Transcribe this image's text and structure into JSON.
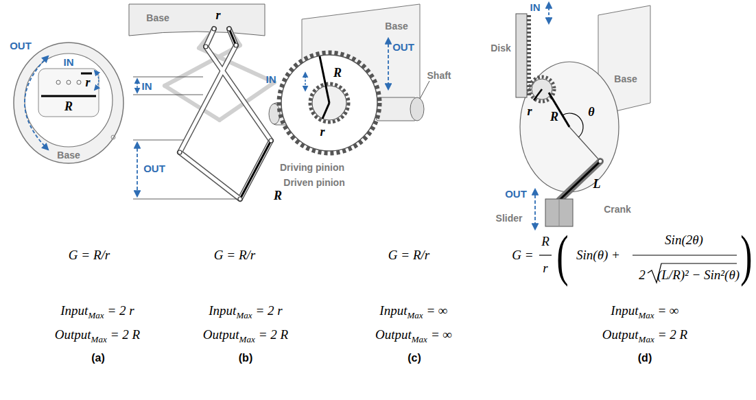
{
  "diagram": {
    "labels": [
      "OUT",
      "IN",
      "r",
      "R",
      "Base",
      "Base",
      "r",
      "IN",
      "OUT",
      "R",
      "Base",
      "IN",
      "OUT",
      "R",
      "r",
      "Shaft",
      "Driving pinion",
      "Driven pinion",
      "IN",
      "Disk",
      "Base",
      "r",
      "R",
      "θ",
      "OUT",
      "L",
      "Slider",
      "Crank",
      "G = R/r",
      "G = R/r",
      "G = R/r",
      "G =",
      "R",
      "r",
      "(",
      "Sin(θ) +",
      "Sin(2θ)",
      "2",
      "(L/R)² − Sin²(θ)",
      ")",
      "Input",
      "Max",
      "= 2 r",
      "Output",
      "Max",
      "= 2 R",
      "Input",
      "Max",
      "= 2 r",
      "Output",
      "Max",
      "= 2 R",
      "Input",
      "Max",
      "= ∞",
      "Output",
      "Max",
      "= ∞",
      "Input",
      "Max",
      "= ∞",
      "Output",
      "Max",
      "= 2 R",
      "(a)",
      "(b)",
      "(c)",
      "(d)"
    ]
  }
}
